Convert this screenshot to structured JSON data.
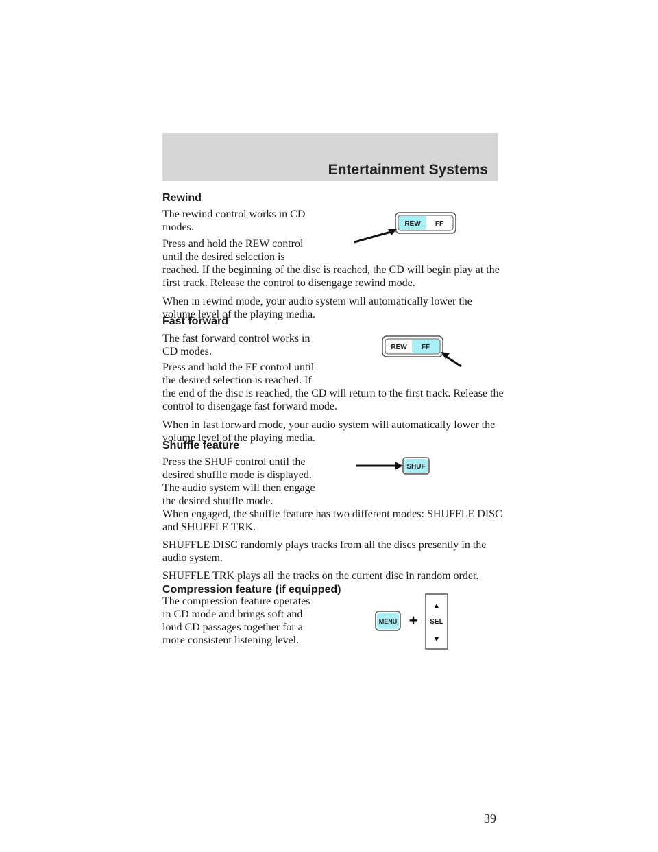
{
  "header": {
    "title": "Entertainment Systems"
  },
  "page_number": "39",
  "sections": {
    "rewind": {
      "heading": "Rewind",
      "p1": "The rewind control works in CD modes.",
      "p2": "Press and hold the REW control until the desired selection is",
      "p2_cont": "reached. If the beginning of the disc is reached, the CD will begin play at the first track. Release the control to disengage rewind mode.",
      "p3": "When in rewind mode, your audio system will automatically lower the volume level of the playing media."
    },
    "fast_forward": {
      "heading": "Fast forward",
      "p1": "The fast forward control works in CD modes.",
      "p2": "Press and hold the FF control until the desired selection is reached. If",
      "p2_cont": "the end of the disc is reached, the CD will return to the first track. Release the control to disengage fast forward mode.",
      "p3": "When in fast forward mode, your audio system will automatically lower the volume level of the playing media."
    },
    "shuffle": {
      "heading": "Shuffle feature",
      "p1": "Press the SHUF control until the desired shuffle mode is displayed. The audio system will then engage the desired shuffle mode.",
      "p2": "When engaged, the shuffle feature has two different modes: SHUFFLE DISC and SHUFFLE TRK.",
      "p3": "SHUFFLE DISC randomly plays tracks from all the discs presently in the audio system.",
      "p4": "SHUFFLE TRK plays all the tracks on the current disc in random order."
    },
    "compression": {
      "heading": "Compression feature (if equipped)",
      "p1": "The compression feature operates in CD mode and brings soft and loud CD passages together for a more consistent listening level."
    }
  },
  "illustrations": {
    "rew_ff_1": {
      "rew_label": "REW",
      "ff_label": "FF",
      "highlight_color": "#a8eef5"
    },
    "rew_ff_2": {
      "rew_label": "REW",
      "ff_label": "FF",
      "highlight_color": "#a8eef5"
    },
    "shuf": {
      "label": "SHUF",
      "highlight_color": "#a8eef5"
    },
    "menu_sel": {
      "menu_label": "MENU",
      "plus": "+",
      "sel_label": "SEL",
      "up_arrow": "▲",
      "down_arrow": "▼",
      "highlight_color": "#a8eef5"
    }
  }
}
